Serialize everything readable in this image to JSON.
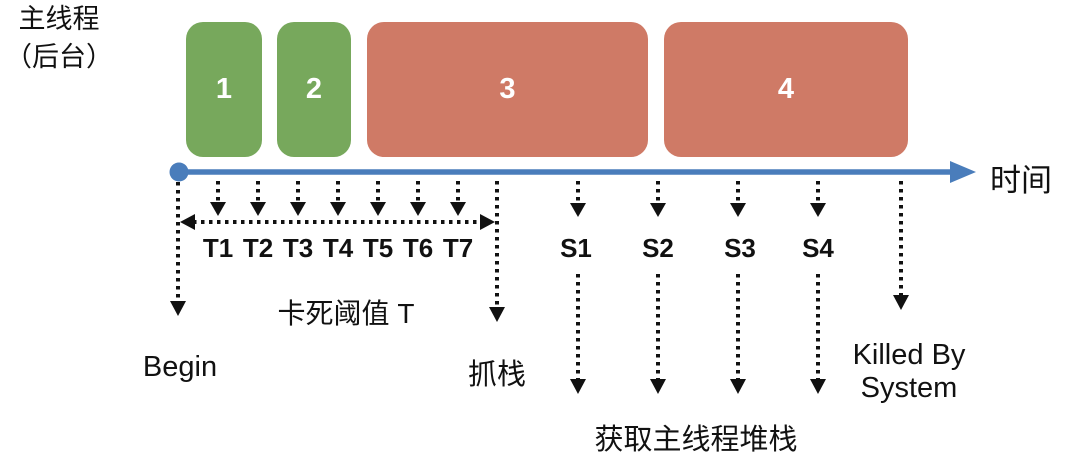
{
  "thread_label": {
    "line1": "主线程",
    "line2": "（后台）"
  },
  "axis": {
    "end_label": "时间"
  },
  "boxes": [
    {
      "label": "1",
      "color": "#77A85C"
    },
    {
      "label": "2",
      "color": "#77A85C"
    },
    {
      "label": "3",
      "color": "#CF7A66"
    },
    {
      "label": "4",
      "color": "#CF7A66"
    }
  ],
  "ticks": {
    "t": [
      "T1",
      "T2",
      "T3",
      "T4",
      "T5",
      "T6",
      "T7"
    ],
    "s": [
      "S1",
      "S2",
      "S3",
      "S4"
    ]
  },
  "annotations": {
    "begin": "Begin",
    "threshold": "卡死阈值 T",
    "grab_stack": "抓栈",
    "get_main_thread_stack": "获取主线程堆栈",
    "killed_line1": "Killed By",
    "killed_line2": "System"
  },
  "colors": {
    "green_box": "#77A85C",
    "salmon_box": "#CF7A66",
    "timeline_blue": "#4A7DBB",
    "arrow_black": "#111111",
    "background": "#FFFFFF"
  }
}
